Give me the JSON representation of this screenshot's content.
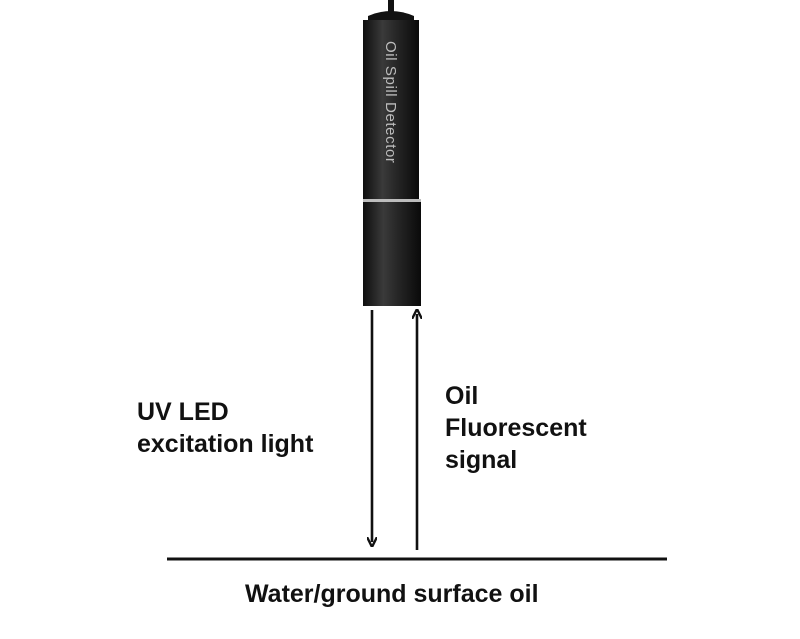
{
  "device": {
    "name": "Oil Spill Detector"
  },
  "labels": {
    "excitation_line1": "UV LED",
    "excitation_line2": "excitation light",
    "signal_line1": "Oil",
    "signal_line2": "Fluorescent",
    "signal_line3": "signal",
    "surface": "Water/ground surface oil"
  },
  "colors": {
    "probe_body": "#1c1c1c",
    "probe_highlight": "#3a3a3a",
    "line": "#111111",
    "text": "#111111"
  }
}
